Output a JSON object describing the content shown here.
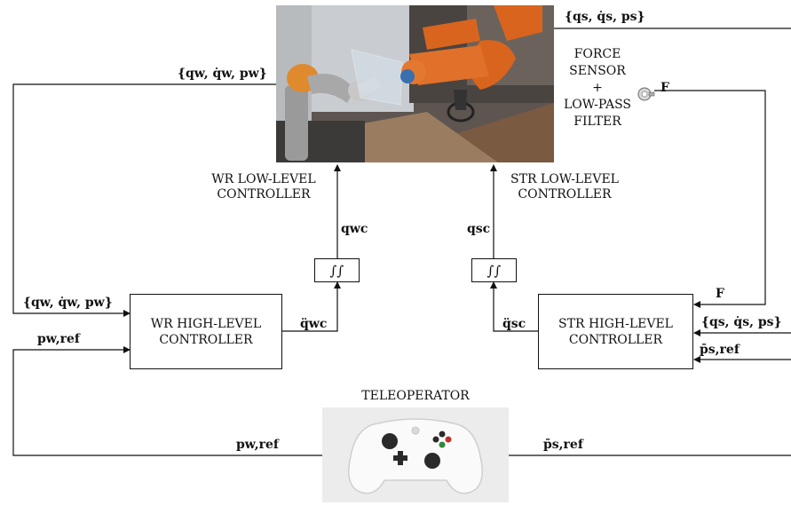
{
  "diagram": {
    "blocks": {
      "wr_high": {
        "line1": "WR HIGH-LEVEL",
        "line2": "CONTROLLER"
      },
      "str_high": {
        "line1": "STR HIGH-LEVEL",
        "line2": "CONTROLLER"
      },
      "wr_low": {
        "line1": "WR LOW-LEVEL",
        "line2": "CONTROLLER"
      },
      "str_low": {
        "line1": "STR LOW-LEVEL",
        "line2": "CONTROLLER"
      },
      "force_sensor": {
        "line1": "FORCE",
        "line2": "SENSOR",
        "line3": "+",
        "line4": "LOW-PASS",
        "line5": "FILTER"
      },
      "teleoperator": "TELEOPERATOR",
      "integrator": "∫∫"
    },
    "signals": {
      "q_w_state": "{qw, q̇w, pw}",
      "q_s_state": "{qs, q̇s, ps}",
      "q_wc": "qwc",
      "q_sc": "qsc",
      "qdd_wc": "q̈wc",
      "qdd_sc": "q̈sc",
      "p_w_ref": "pw,ref",
      "p_s_ref": "p̄s,ref",
      "force": "F"
    }
  },
  "colors": {
    "line": "#111111",
    "robot_orange": "#d9641e",
    "robot_grey": "#9a9a9a",
    "controller_white": "#f4f4f4"
  }
}
